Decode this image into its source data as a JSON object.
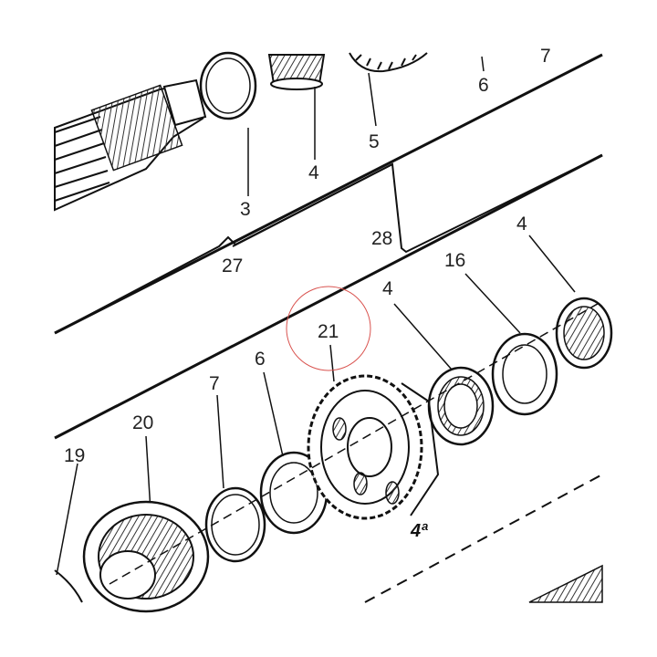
{
  "callouts": {
    "n3": "3",
    "n4_top": "4",
    "n5": "5",
    "n6_top": "6",
    "n7_top": "7",
    "n27": "27",
    "n28": "28",
    "n4_a": "4",
    "n16": "16",
    "n4_b": "4",
    "n21": "21",
    "n6": "6",
    "n7": "7",
    "n20": "20",
    "n19": "19"
  },
  "gear_label": "4ª",
  "highlight_color": "#d9534f"
}
